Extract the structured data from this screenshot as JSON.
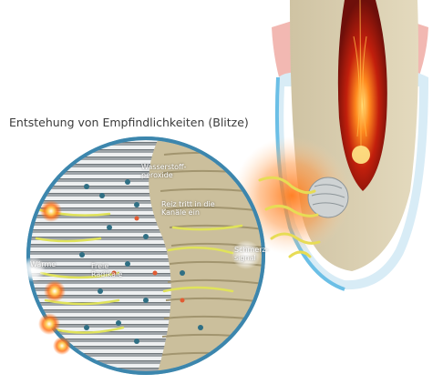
{
  "diagram": {
    "title": "Entstehung von Empfindlichkeiten (Blitze)",
    "labels": {
      "wasserstoffperoxide": [
        "Wasserstoff-",
        "peroxide"
      ],
      "reiz": [
        "Reiz tritt in die",
        "Kanäle ein"
      ],
      "schmerz": [
        "Schmerz-",
        "signal"
      ],
      "waerme": "Wärme",
      "radikale": [
        "Freie",
        "Radikale"
      ]
    }
  }
}
